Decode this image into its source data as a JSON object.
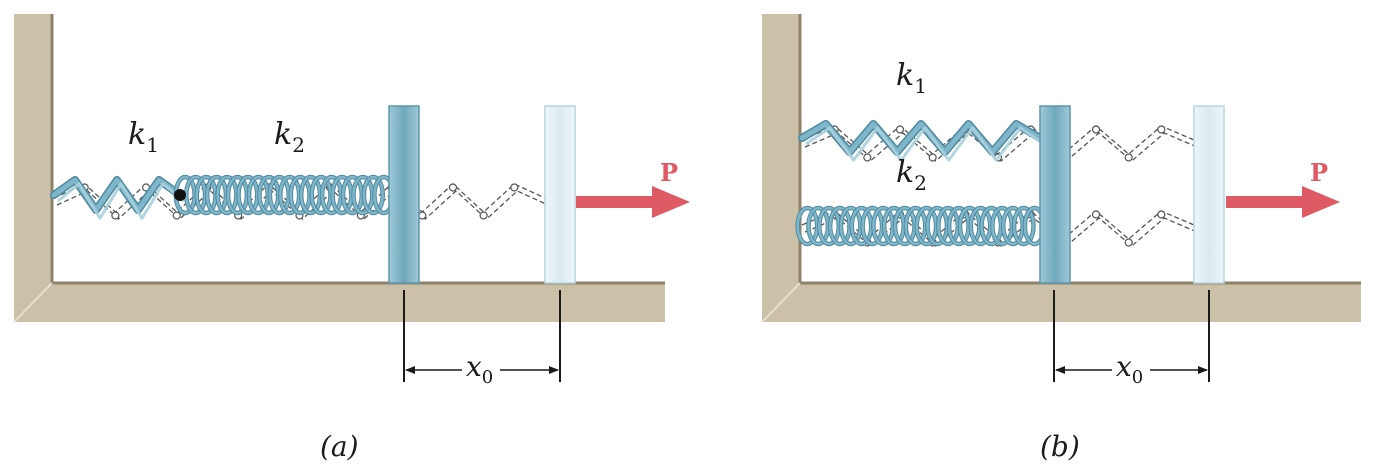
{
  "panel_a": {
    "spring1": {
      "symbol": "k",
      "subscript": "1"
    },
    "spring2": {
      "symbol": "k",
      "subscript": "2"
    },
    "force_label": "P",
    "dimension": {
      "symbol": "x",
      "subscript": "0"
    },
    "caption": "(a)"
  },
  "panel_b": {
    "spring1": {
      "symbol": "k",
      "subscript": "1"
    },
    "spring2": {
      "symbol": "k",
      "subscript": "2"
    },
    "force_label": "P",
    "dimension": {
      "symbol": "x",
      "subscript": "0"
    },
    "caption": "(b)"
  },
  "colors": {
    "wall": "#c9bfa6",
    "wall_dark": "#a89d82",
    "spring": "#7fb6c9",
    "spring_dark": "#4f8aa0",
    "plate": "#8fbfd0",
    "plate_ghost": "#e4f0f5",
    "force": "#e05a66",
    "dashed": "#555555"
  }
}
